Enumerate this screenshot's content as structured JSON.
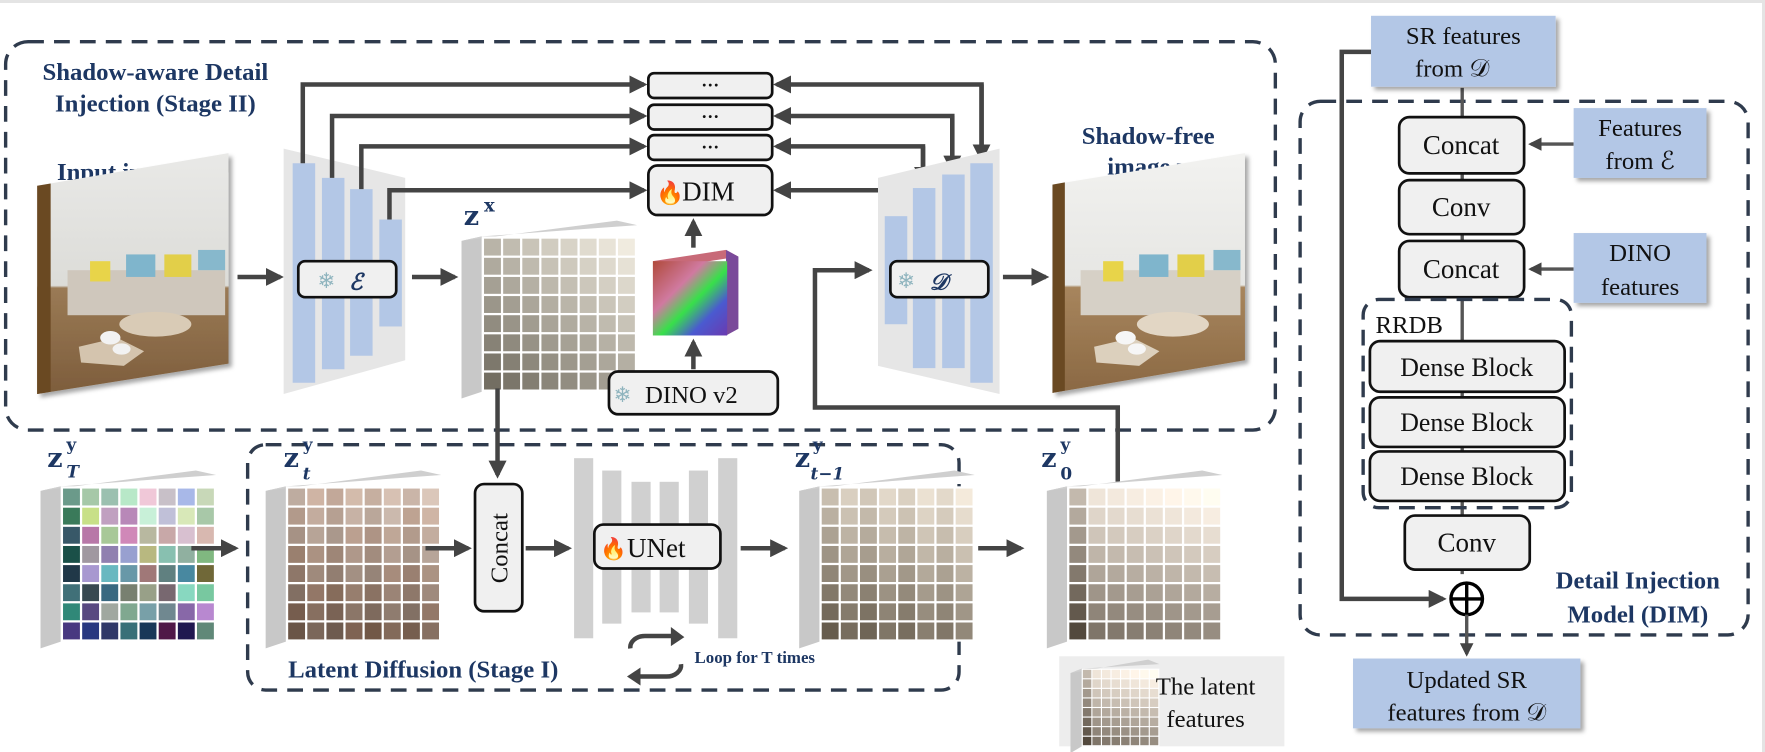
{
  "stage2": {
    "title_line1": "Shadow-aware Detail",
    "title_line2": "Injection (Stage II)",
    "input_label": "Input image x",
    "output_label_line1": "Shadow-free",
    "output_label_line2": "image y",
    "encoder_symbol": "ℰ",
    "decoder_symbol": "𝒟",
    "ellipsis": "···",
    "dim_label": "DIM",
    "dino_label": "DINO v2",
    "zx_label": "z",
    "zx_sup": "x"
  },
  "stage1": {
    "title": "Latent Diffusion (Stage I)",
    "concat_label": "Concat",
    "unet_label": "UNet",
    "loop_label": "Loop for T times",
    "zT_base": "z",
    "zT_sup": "y",
    "zT_sub": "T",
    "zt_base": "z",
    "zt_sup": "y",
    "zt_sub": "t",
    "ztm1_base": "z",
    "ztm1_sup": "y",
    "ztm1_sub": "t−1",
    "z0_base": "z",
    "z0_sup": "y",
    "z0_sub": "0"
  },
  "legend": {
    "line1": "The latent",
    "line2": "features"
  },
  "dim_module": {
    "title_line1": "Detail Injection",
    "title_line2": "Model (DIM)",
    "sr_in_line1": "SR features",
    "sr_in_line2": "from 𝒟",
    "feat_enc_line1": "Features",
    "feat_enc_line2": "from ℰ",
    "dino_feat_line1": "DINO",
    "dino_feat_line2": "features",
    "blocks": [
      "Concat",
      "Conv",
      "Concat"
    ],
    "rrdb_label": "RRDB",
    "dense_blocks": [
      "Dense Block",
      "Dense Block",
      "Dense Block"
    ],
    "conv_out": "Conv",
    "sr_out_line1": "Updated SR",
    "sr_out_line2": "features from 𝒟"
  },
  "icons": {
    "frozen": "❄",
    "trainable": "🔥",
    "sum": "⊕"
  },
  "colors": {
    "title_navy": "#1d3763",
    "feature_blue": "#b3c7e6",
    "box_fill": "#f0f0f0",
    "arrow_gray": "#444444"
  }
}
